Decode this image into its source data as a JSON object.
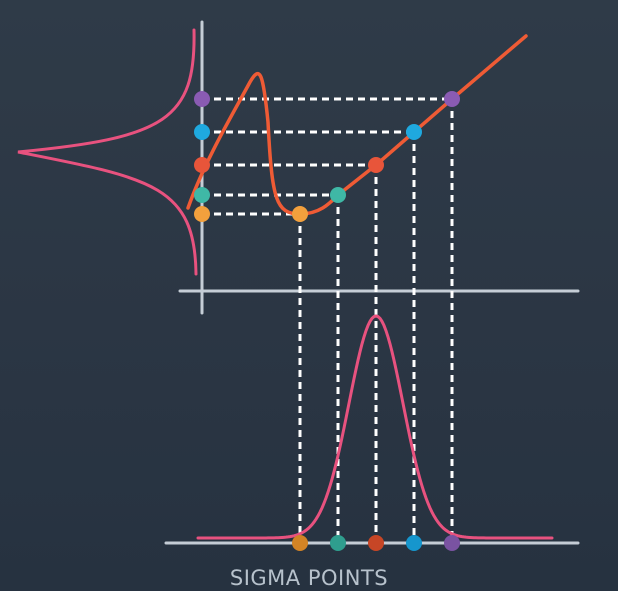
{
  "caption": "SIGMA POINTS",
  "colors": {
    "background": "#2e3a48",
    "axis": "#c5cdd6",
    "transform_curve": "#ef5b35",
    "gaussian_curve": "#e8527f",
    "guide_lines": "#ffffff",
    "sigma_orange": "#f2a03d",
    "sigma_teal": "#3fb8a6",
    "sigma_red": "#e8553a",
    "sigma_blue": "#1fa9df",
    "sigma_purple": "#8a5bb3",
    "input_orange": "#d38425",
    "input_teal": "#2f9e8e",
    "input_red": "#c74626",
    "input_blue": "#1696cd",
    "input_purple": "#7a53a2"
  },
  "sigma_points": [
    {
      "name": "orange",
      "color_key": "sigma_orange",
      "input_color_key": "input_orange"
    },
    {
      "name": "teal",
      "color_key": "sigma_teal",
      "input_color_key": "input_teal"
    },
    {
      "name": "red",
      "color_key": "sigma_red",
      "input_color_key": "input_red"
    },
    {
      "name": "blue",
      "color_key": "sigma_blue",
      "input_color_key": "input_blue"
    },
    {
      "name": "purple",
      "color_key": "sigma_purple",
      "input_color_key": "input_purple"
    }
  ]
}
